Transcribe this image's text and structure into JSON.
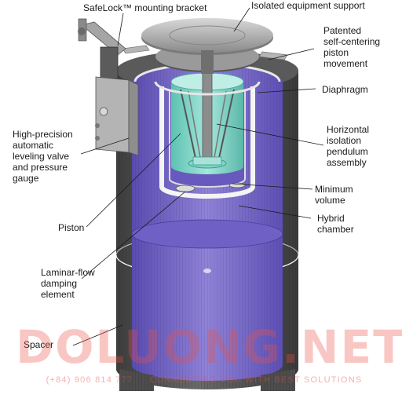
{
  "labels": {
    "bracket": "SafeLock™ mounting bracket",
    "support": "Isolated equipment support",
    "piston_movement": "Patented\nself-centering\npiston\nmovement",
    "diaphragm": "Diaphragm",
    "valve": "High-precision\nautomatic\nleveling valve\nand pressure\ngauge",
    "pendulum": "Horizontal\nisolation\npendulum\nassembly",
    "min_volume": "Minimum\nvolume",
    "hybrid": "Hybrid\nchamber",
    "piston": "Piston",
    "laminar": "Laminar-flow\ndamping\nelement",
    "spacer": "Spacer"
  },
  "watermark": {
    "brand": "DOLUONG.NET",
    "phone": "(+84) 906 814 777",
    "tagline": "CONNECTING YOU WITH BEST SOLUTIONS"
  },
  "colors": {
    "chamber": "#6f5fc4",
    "chamber_light": "#9d90de",
    "pendulum": "#7fd6c8",
    "shell": "#4a4a4a",
    "watermark": "#e85046"
  }
}
